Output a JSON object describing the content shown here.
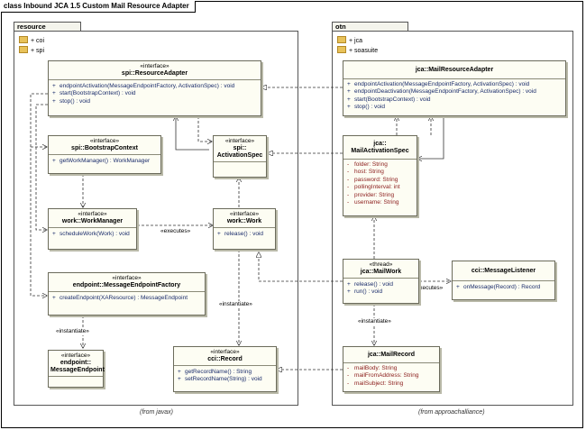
{
  "diagram_title": "class Inbound JCA 1.5 Custom Mail Resource Adapter",
  "packages": {
    "resource": {
      "name": "resource",
      "items": [
        "coi",
        "spi"
      ],
      "note": "(from javax)"
    },
    "otn": {
      "name": "otn",
      "items": [
        "jca",
        "soasuite"
      ],
      "note": "(from approachalliance)"
    }
  },
  "classes": {
    "resource_adapter": {
      "stereotype": "«interface»",
      "name": "spi::ResourceAdapter",
      "attrs": [],
      "ops": [
        "endpointActivation(MessageEndpointFactory, ActivationSpec) : void",
        "start(BootstrapContext) : void",
        "stop() : void"
      ]
    },
    "bootstrap_context": {
      "stereotype": "«interface»",
      "name": "spi::BootstrapContext",
      "attrs": [],
      "ops": [
        "getWorkManager() : WorkManager"
      ]
    },
    "activation_spec": {
      "stereotype": "«interface»",
      "name": "spi::ActivationSpec",
      "name2": "ActivationSpec",
      "name1": "spi::",
      "attrs": [],
      "ops": []
    },
    "work_manager": {
      "stereotype": "«interface»",
      "name": "work::WorkManager",
      "attrs": [],
      "ops": [
        "scheduleWork(Work) : void"
      ]
    },
    "work": {
      "stereotype": "«interface»",
      "name": "work::Work",
      "attrs": [],
      "ops": [
        "release() : void"
      ]
    },
    "endpoint_factory": {
      "stereotype": "«interface»",
      "name": "endpoint::MessageEndpointFactory",
      "attrs": [],
      "ops": [
        "createEndpoint(XAResource) : MessageEndpoint"
      ]
    },
    "message_endpoint": {
      "stereotype": "«interface»",
      "name1": "endpoint::",
      "name2": "MessageEndpoint",
      "attrs": [],
      "ops": []
    },
    "record": {
      "stereotype": "«interface»",
      "name": "cci::Record",
      "attrs": [],
      "ops": [
        "getRecordName() : String",
        "setRecordName(String) : void"
      ]
    },
    "mail_resource_adapter": {
      "name": "jca::MailResourceAdapter",
      "attrs": [],
      "ops": [
        "endpointActivation(MessageEndpointFactory, ActivationSpec) : void",
        "endpointDeactivation(MessageEndpointFactory, ActivationSpec) : void",
        "start(BootstrapContext) : void",
        "stop() : void"
      ]
    },
    "mail_activation_spec": {
      "name1": "jca::",
      "name2": "MailActivationSpec",
      "attrs": [
        "folder:  String",
        "host:  String",
        "password:  String",
        "pollingInterval:  int",
        "provider:  String",
        "username:  String"
      ],
      "ops": []
    },
    "mail_work": {
      "stereotype": "«thread»",
      "name": "jca::MailWork",
      "attrs": [],
      "ops": [
        "release() : void",
        "run() : void"
      ]
    },
    "message_listener": {
      "name": "cci::MessageListener",
      "attrs": [],
      "ops": [
        "onMessage(Record) : Record"
      ]
    },
    "mail_record": {
      "name": "jca::MailRecord",
      "attrs": [
        "mailBody:  String",
        "mailFromAddress:  String",
        "mailSubject:  String"
      ],
      "ops": []
    }
  },
  "edge_labels": {
    "executes1": "«executes»",
    "executes2": "«executes»",
    "instantiate1": "«instantiate»",
    "instantiate2": "«instantiate»",
    "instantiate3": "«instantiate»"
  },
  "visibility": {
    "op": "+",
    "attr": "-"
  },
  "colors": {
    "class_fill": "#fdfdf3",
    "class_border": "#6b6b5b",
    "op_text": "#1a2c6b",
    "attr_text": "#8a1a1a",
    "folder": "#e8c25a",
    "line": "#333333"
  }
}
